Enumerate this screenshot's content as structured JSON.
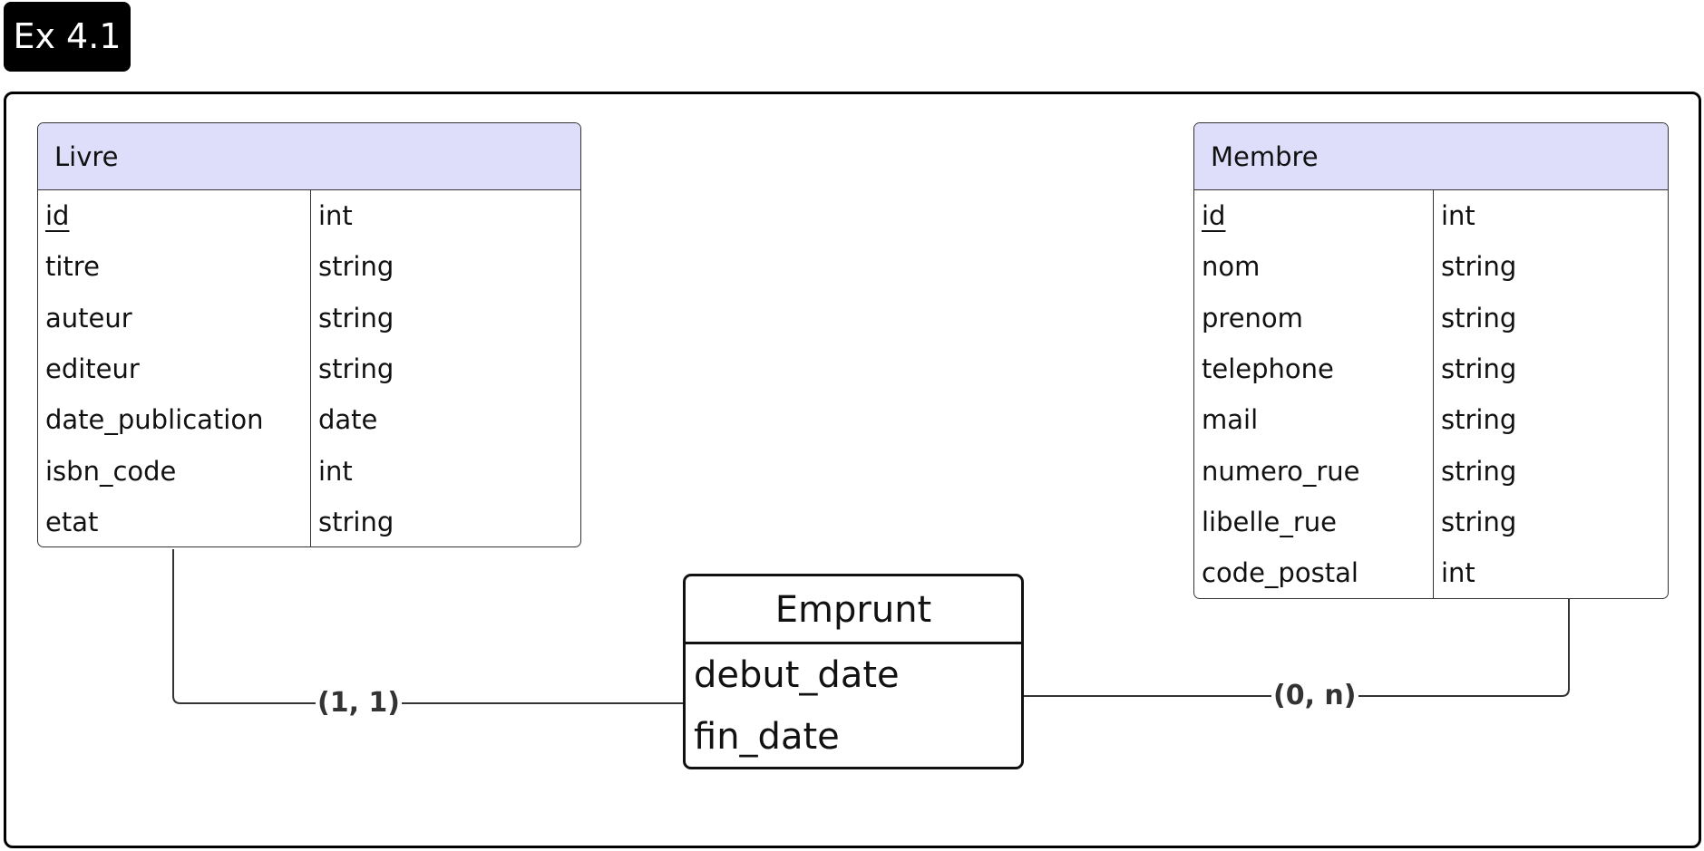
{
  "tag": "Ex 4.1",
  "entities": {
    "livre": {
      "name": "Livre",
      "fields": [
        {
          "name": "id",
          "type": "int",
          "key": true
        },
        {
          "name": "titre",
          "type": "string"
        },
        {
          "name": "auteur",
          "type": "string"
        },
        {
          "name": "editeur",
          "type": "string"
        },
        {
          "name": "date_publication",
          "type": "date"
        },
        {
          "name": "isbn_code",
          "type": "int"
        },
        {
          "name": "etat",
          "type": "string"
        }
      ]
    },
    "membre": {
      "name": "Membre",
      "fields": [
        {
          "name": "id",
          "type": "int",
          "key": true
        },
        {
          "name": "nom",
          "type": "string"
        },
        {
          "name": "prenom",
          "type": "string"
        },
        {
          "name": "telephone",
          "type": "string"
        },
        {
          "name": "mail",
          "type": "string"
        },
        {
          "name": "numero_rue",
          "type": "string"
        },
        {
          "name": "libelle_rue",
          "type": "string"
        },
        {
          "name": "code_postal",
          "type": "int"
        }
      ]
    }
  },
  "association": {
    "name": "Emprunt",
    "attributes": [
      "debut_date",
      "fin_date"
    ]
  },
  "cardinalities": {
    "livre": "(1, 1)",
    "membre": "(0, n)"
  },
  "colors": {
    "header_fill": "#dedefb",
    "line": "#333333"
  }
}
